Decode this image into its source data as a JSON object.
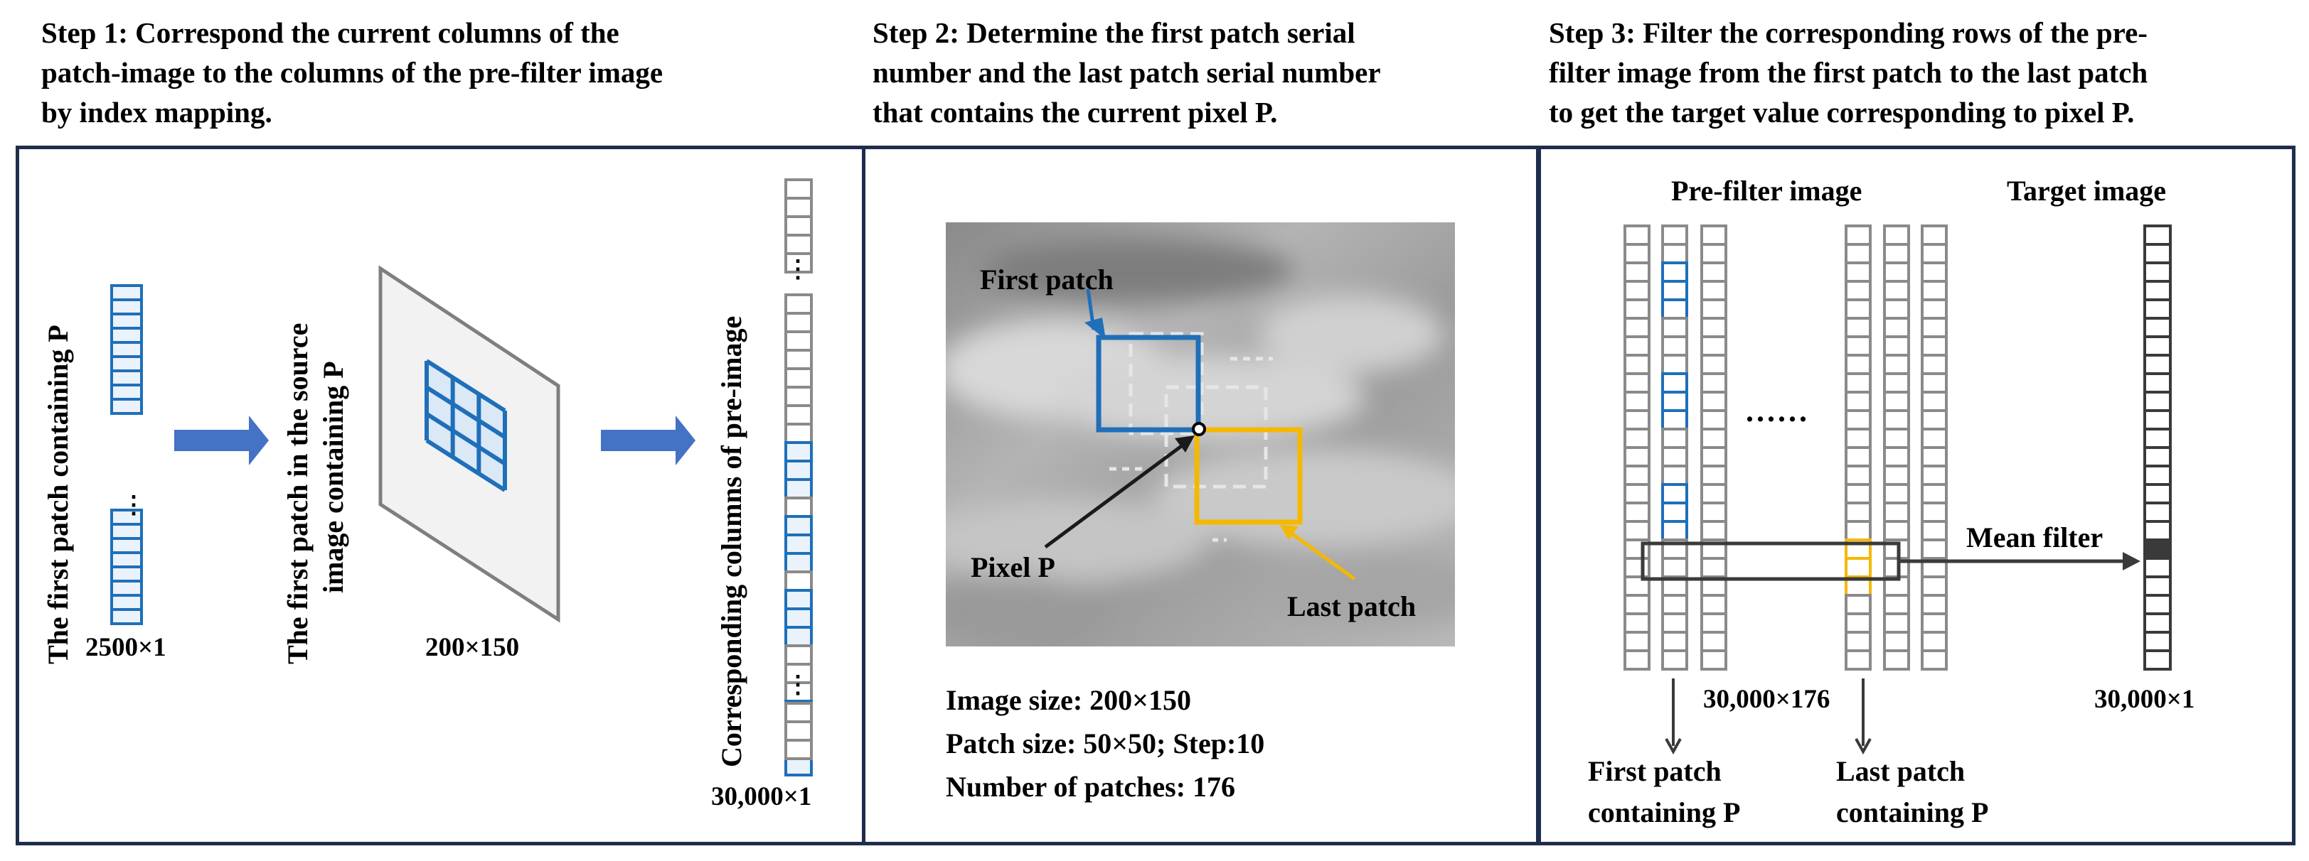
{
  "steps": [
    {
      "title_lines": [
        "Step 1: Correspond the current columns of the",
        "patch-image to the columns of the pre-filter image",
        "by index mapping."
      ]
    },
    {
      "title_lines": [
        "Step 2: Determine the first patch serial",
        "number and the last patch serial number",
        "that contains the current pixel P."
      ]
    },
    {
      "title_lines": [
        "Step 3:  Filter the corresponding rows of the pre-",
        "filter image from the first patch to the last patch",
        "to get the target value corresponding to pixel P."
      ]
    }
  ],
  "panel1": {
    "patch_label": "The first patch containing P",
    "patch_size": "2500×1",
    "source_label_lines": [
      "The first patch in the source",
      "image containing P"
    ],
    "source_size": "200×150",
    "columns_label": "Corresponding columns of pre-image",
    "columns_size": "30,000×1"
  },
  "panel2": {
    "first_patch": "First patch",
    "pixel_p": "Pixel P",
    "last_patch": "Last patch",
    "info_lines": [
      "Image size: 200×150",
      "Patch size: 50×50; Step:10",
      "Number of patches: 176"
    ]
  },
  "panel3": {
    "prefilter_title": "Pre-filter image",
    "target_title": "Target image",
    "dots": "......",
    "mean_filter": "Mean filter",
    "prefilter_size": "30,000×176",
    "target_size": "30,000×1",
    "first_patch_lines": [
      "First patch",
      "containing P"
    ],
    "last_patch_lines": [
      "Last patch",
      "containing P"
    ]
  },
  "colors": {
    "blue": "#1f6fb9",
    "gray": "#8a8a8a",
    "dark": "#3a3a3a",
    "yellow": "#f5b800",
    "arrow_blue": "#4472c4",
    "border": "#1f2d4d"
  }
}
